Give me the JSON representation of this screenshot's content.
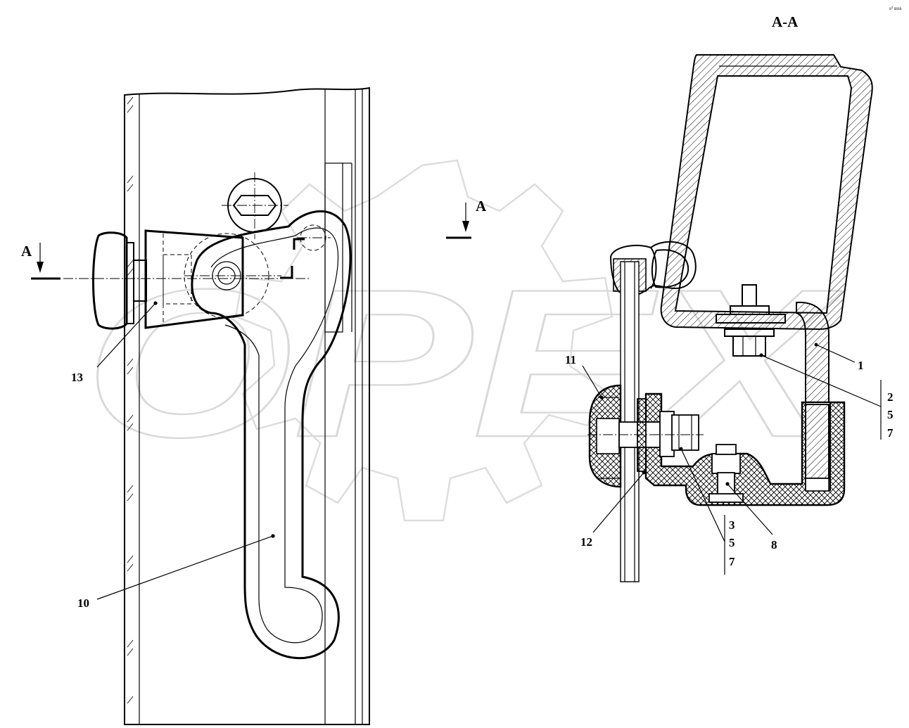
{
  "header_small_text": "s² ssss",
  "section_title": "A-A",
  "section_marks": {
    "left": "A",
    "center": "A"
  },
  "callouts": {
    "n1": "1",
    "n8": "8",
    "n10": "10",
    "n11": "11",
    "n12": "12",
    "n13": "13",
    "group_upper": [
      "2",
      "5",
      "7"
    ],
    "group_lower": [
      "3",
      "5",
      "7"
    ]
  },
  "watermark": {
    "text": "OPEX",
    "color": "#d9d9d9"
  },
  "colors": {
    "ink": "#000000",
    "watermark": "#d9d9d9",
    "paper": "#ffffff"
  }
}
